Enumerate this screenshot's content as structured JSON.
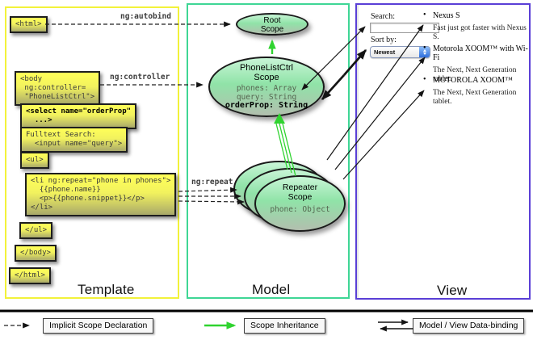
{
  "template_panel": {
    "title": "Template",
    "autobind_label": "ng:autobind",
    "controller_label": "ng:controller",
    "repeat_label": "ng:repeat",
    "boxes": {
      "html_open": "<html>",
      "body_open": "<body\n ng:controller=\n \"PhoneListCtrl\">",
      "select": "<select name=\"orderProp\"\n  ...>",
      "fulltext": "Fulltext Search:\n  <input name=\"query\">",
      "ul_open": "<ul>",
      "li_repeat": "<li ng:repeat=\"phone in phones\">\n  {{phone.name}}\n  <p>{{phone.snippet}}</p>\n</li>",
      "ul_close": "</ul>",
      "body_close": "</body>",
      "html_close": "</html>"
    }
  },
  "model_panel": {
    "title": "Model",
    "root_scope": {
      "name": "Root\nScope"
    },
    "phonelistctrl_scope": {
      "name": "PhoneListCtrl\nScope",
      "prop_phones": "phones: Array",
      "prop_query": "query: String",
      "prop_orderprop": "orderProp: String"
    },
    "repeater_scope": {
      "name": "Repeater\nScope",
      "prop_phone": "phone: Object"
    }
  },
  "view_panel": {
    "title": "View",
    "search_label": "Search:",
    "search_value": "",
    "sort_label": "Sort by:",
    "sort_selected": "Newest",
    "bullet_glyph": "•",
    "items": [
      {
        "name": "Nexus S",
        "desc": "Fast just got faster with Nexus S."
      },
      {
        "name": "Motorola XOOM™ with Wi-Fi",
        "desc": "The Next, Next Generation tablet."
      },
      {
        "name": "MOTOROLA XOOM™",
        "desc": "The Next, Next Generation tablet."
      }
    ]
  },
  "legend": {
    "implicit_label": "Implicit Scope Declaration",
    "inheritance_label": "Scope Inheritance",
    "databinding_label": "Model / View Data-binding"
  },
  "colors": {
    "template_border": "#f2f23a",
    "model_border": "#3fd695",
    "view_border": "#5a3fd6",
    "code_box_top": "#ffff58",
    "code_box_bottom": "#a9a96a",
    "scope_top": "#c8f5d6",
    "scope_bottom": "#b2bfae",
    "green_arrow": "#2fd32f"
  }
}
